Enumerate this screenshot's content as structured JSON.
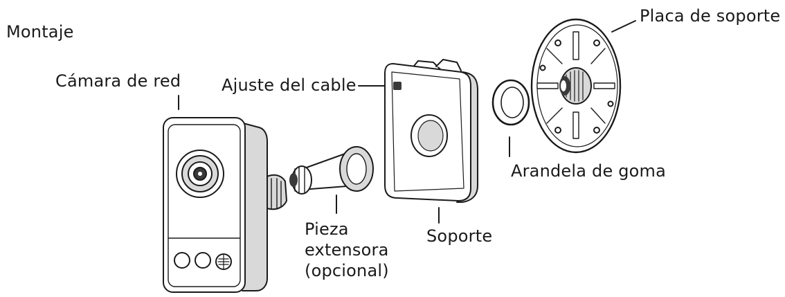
{
  "section_title": "Montaje",
  "labels": {
    "camera": "Cámara de red",
    "cable_adjust": "Ajuste del cable",
    "mount_plate": "Placa de soporte",
    "rubber_washer": "Arandela de goma",
    "bracket": "Soporte",
    "extension_line1": "Pieza",
    "extension_line2": "extensora",
    "extension_line3": "(opcional)"
  },
  "colors": {
    "ink": "#1a1a1a",
    "fill": "#ffffff",
    "shade": "#d9d9d9",
    "dark": "#3a3a3a"
  }
}
